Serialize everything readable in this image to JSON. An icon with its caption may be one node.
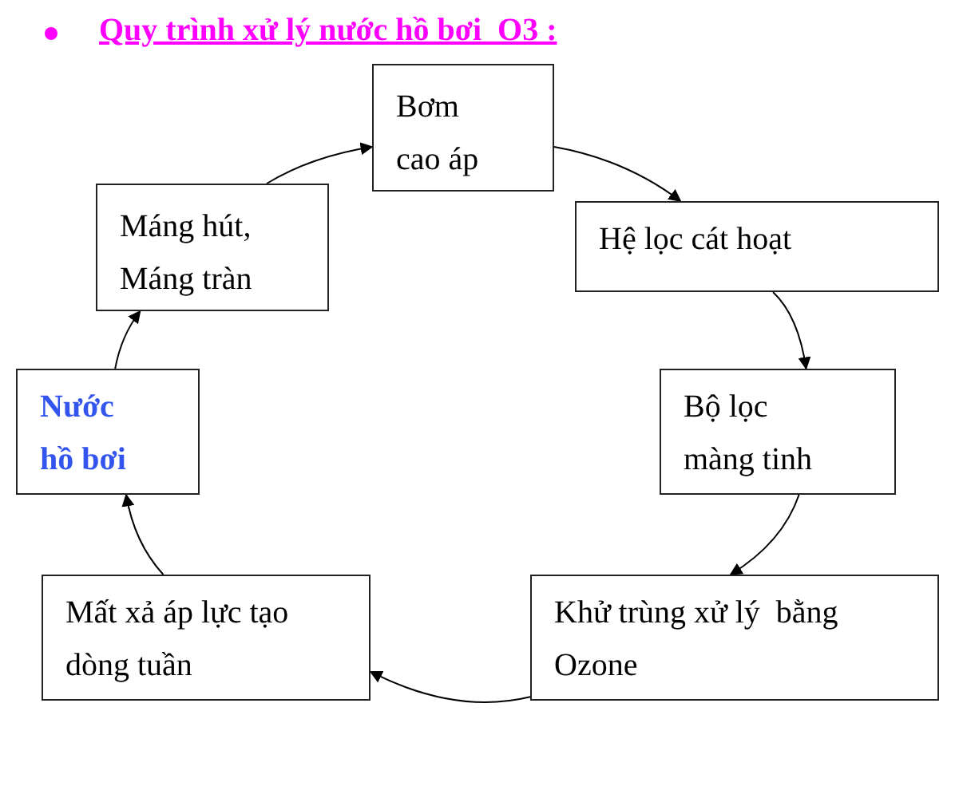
{
  "diagram": {
    "title": "Quy trình xử lý nước hồ bơi  O3 :",
    "nodes": [
      {
        "text": [
          "Bơm cao áp"
        ]
      },
      {
        "text": [
          "Máng hút, Máng tràn"
        ]
      },
      {
        "text": [
          "Hệ lọc cát hoạt"
        ]
      },
      {
        "text": [
          "Nước hồ bơi"
        ]
      },
      {
        "text": [
          "Bộ lọc màng tinh"
        ]
      },
      {
        "text": [
          "Mất xả áp lực tạo dòng tuần"
        ]
      },
      {
        "text": [
          "Khử trùng xử lý  bằng Ozone"
        ]
      }
    ],
    "edges": [
      {
        "from": 1,
        "to": 0,
        "arrow": "to"
      },
      {
        "from": 0,
        "to": 2,
        "arrow": "to"
      },
      {
        "from": 2,
        "to": 4,
        "arrow": "to"
      },
      {
        "from": 4,
        "to": 6,
        "arrow": "to"
      },
      {
        "from": 6,
        "to": 5,
        "arrow": "to"
      },
      {
        "from": 5,
        "to": 3,
        "arrow": "to"
      },
      {
        "from": 3,
        "to": 1,
        "arrow": "to"
      }
    ]
  }
}
